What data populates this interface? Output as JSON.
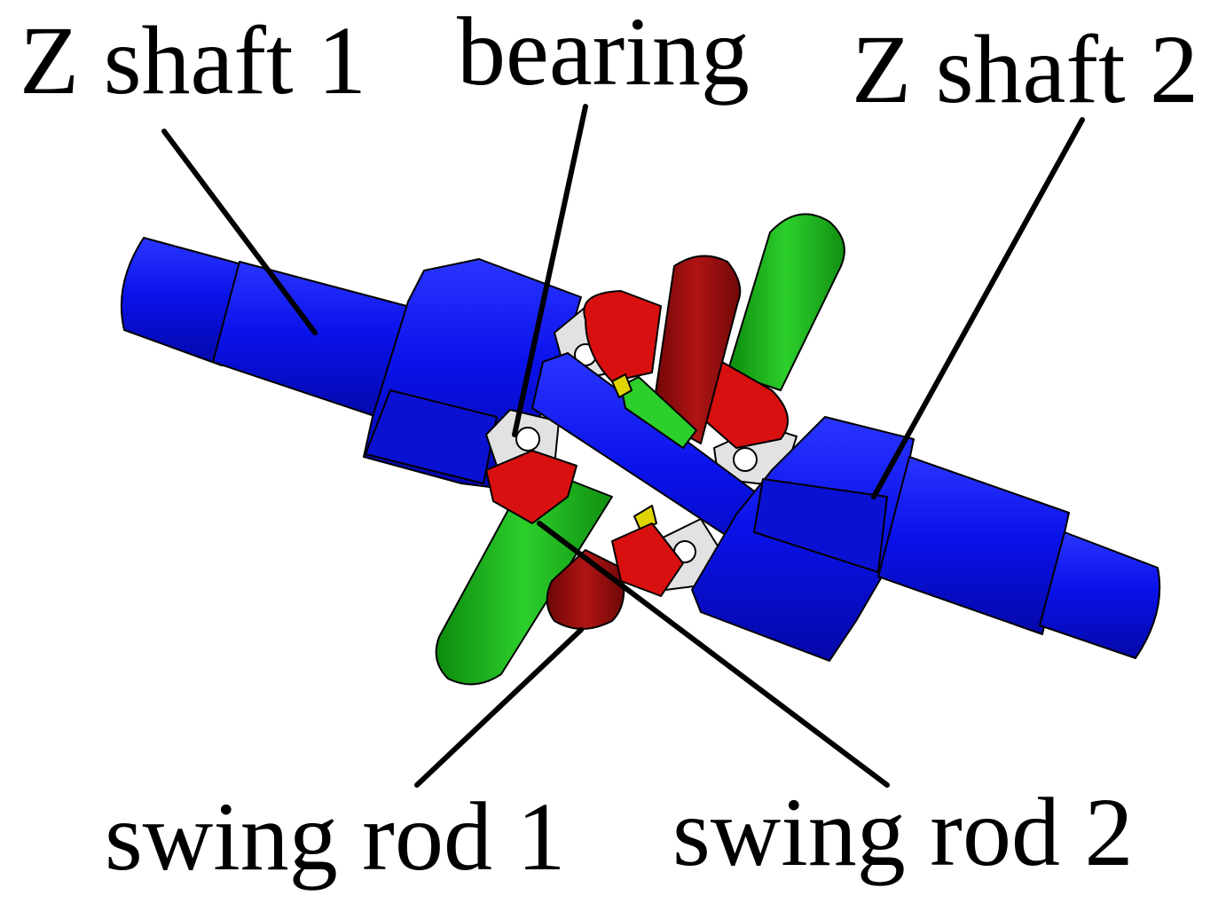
{
  "labels": {
    "z_shaft_1": "Z shaft 1",
    "bearing": "bearing",
    "z_shaft_2": "Z shaft 2",
    "swing_rod_1": "swing rod 1",
    "swing_rod_2": "swing rod 2"
  },
  "colors": {
    "z_shaft": "#0a10e8",
    "z_shaft_dark": "#0508a8",
    "swing_rod_1": "#9c0c0c",
    "swing_rod_2": "#1db51d",
    "yoke": "#d81010",
    "bearing": "#e2e2e2",
    "key": "#e0d400"
  }
}
